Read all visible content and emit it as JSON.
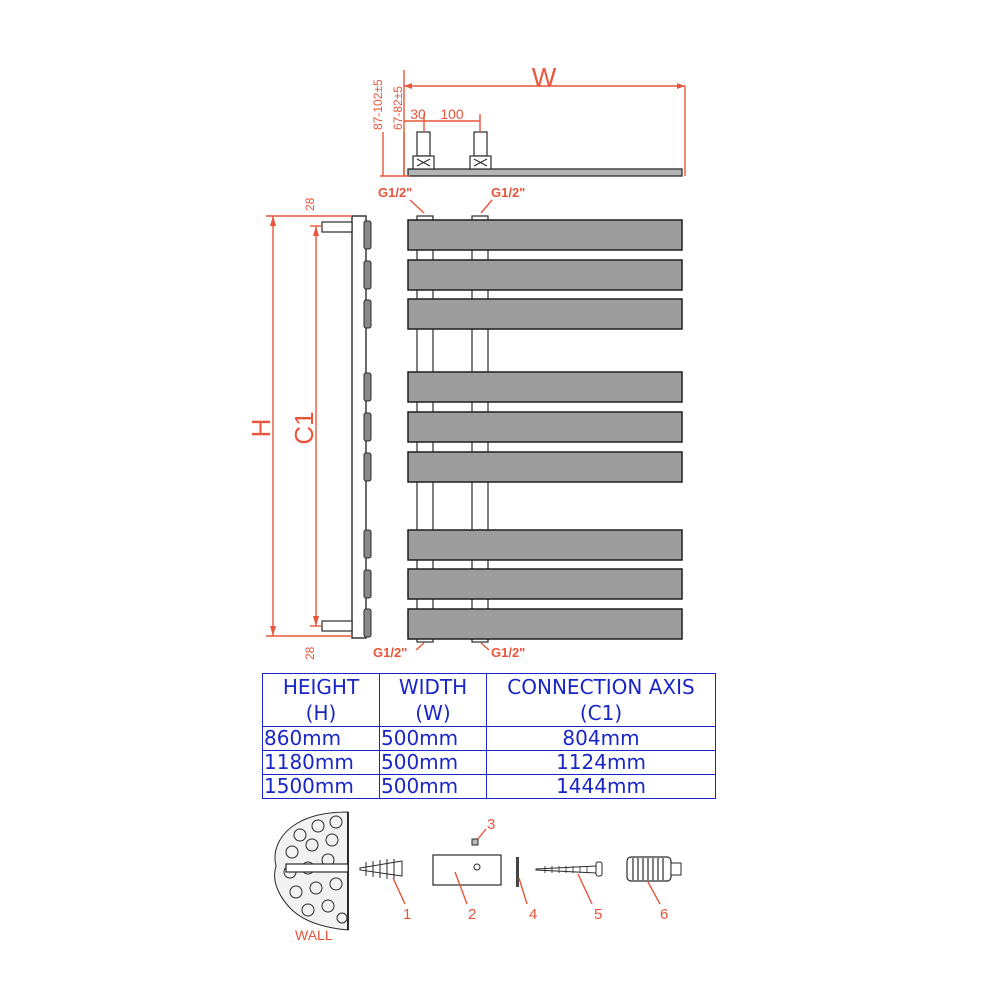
{
  "labels": {
    "width": "W",
    "height": "H",
    "axis": "C1",
    "dim_102": "87-102±5",
    "dim_82": "67-82±5",
    "dim_30": "30",
    "dim_100": "100",
    "dim_28_top": "28",
    "dim_28_bottom": "28",
    "thread_top_left": "G1/2\"",
    "thread_top_right": "G1/2\"",
    "thread_bottom_left": "G1/2\"",
    "thread_bottom_right": "G1/2\""
  },
  "table": {
    "headers": [
      {
        "line1": "HEIGHT",
        "line2": "(H)"
      },
      {
        "line1": "WIDTH",
        "line2": "(W)"
      },
      {
        "line1": "CONNECTION AXIS",
        "line2": "(C1)"
      }
    ],
    "rows": [
      {
        "height": "860mm",
        "width": "500mm",
        "axis": "804mm"
      },
      {
        "height": "1180mm",
        "width": "500mm",
        "axis": "1124mm"
      },
      {
        "height": "1500mm",
        "width": "500mm",
        "axis": "1444mm"
      }
    ]
  },
  "parts": {
    "wall": "WALL",
    "p1": "1",
    "p2": "2",
    "p3": "3",
    "p4": "4",
    "p5": "5",
    "p6": "6"
  },
  "colors": {
    "dimension": "#e8553a",
    "table_text": "#1a25c8",
    "panel_fill": "#9d9d9d",
    "outline": "#2a2a2a"
  }
}
